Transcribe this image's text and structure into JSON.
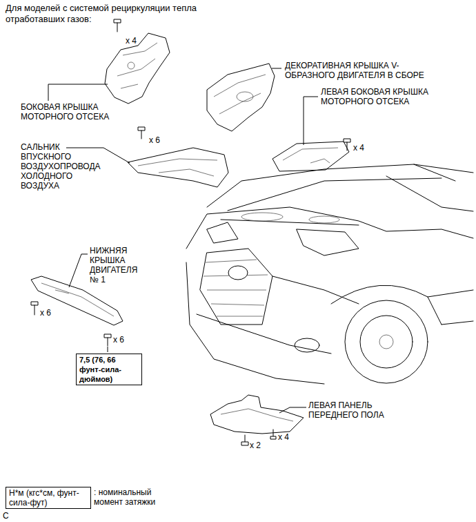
{
  "diagram": {
    "title": "Для моделей с системой рециркуляции тепла отработавших газов:",
    "nodes": [
      {
        "text": [
          "7,5 (76, 66 фунт-сила-дюймов)"
        ]
      },
      {
        "text": [
          "Н*м (кгс*см, фунт-сила-фут)",
          ": номинальный момент затяжки"
        ]
      }
    ],
    "labels": [
      "x 4",
      "БОКОВАЯ КРЫШКА МОТОРНОГО ОТСЕКА",
      "ДЕКОРАТИВНАЯ КРЫШКА V-ОБРАЗНОГО ДВИГАТЕЛЯ В СБОРЕ",
      "ЛЕВАЯ БОКОВАЯ КРЫШКА МОТОРНОГО ОТСЕКА",
      "x 6",
      "САЛЬНИК ВПУСКНОГО ВОЗДУХОПРОВОДА ХОЛОДНОГО ВОЗДУХА",
      "x 4",
      "НИЖНЯЯ КРЫШКА ДВИГАТЕЛЯ № 1",
      "x 6",
      "x 6",
      "ЛЕВАЯ ПАНЕЛЬ ПЕРЕДНЕГО ПОЛА",
      "x 2",
      "x 4",
      "C"
    ]
  }
}
